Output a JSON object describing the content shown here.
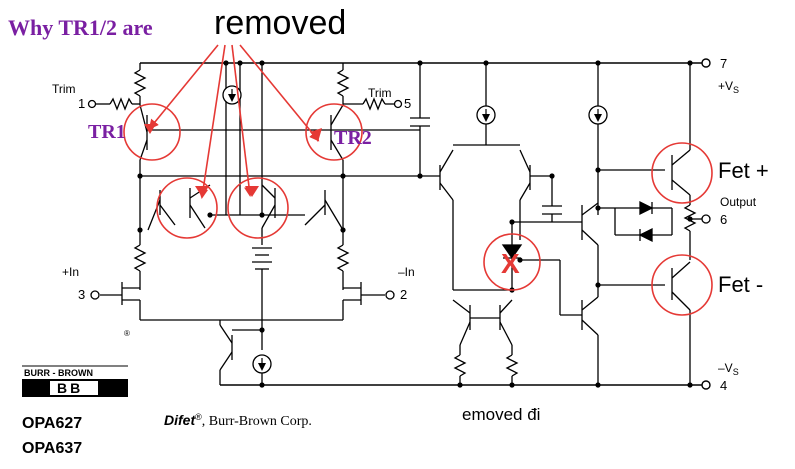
{
  "title": {
    "prefix": "Why TR1/2 are",
    "emphasis": "removed",
    "prefix_color": "#7a1fa2",
    "emphasis_color": "#000000"
  },
  "annotations": {
    "tr1": "TR1",
    "tr2": "TR2",
    "fet_plus": "Fet +",
    "fet_minus": "Fet -",
    "removed_note": "emoved đi",
    "cross": "X",
    "annotation_color": "#e53935",
    "label_color": "#7a1fa2"
  },
  "pins": {
    "pin1": {
      "number": "1",
      "label": "Trim"
    },
    "pin5": {
      "number": "5",
      "label": "Trim"
    },
    "pin3": {
      "number": "3",
      "label": "+In"
    },
    "pin2": {
      "number": "2",
      "label": "–In"
    },
    "pin7": {
      "number": "7",
      "label": "+V",
      "sub": "S"
    },
    "pin6": {
      "number": "6",
      "label": "Output"
    },
    "pin4": {
      "number": "4",
      "label": "–V",
      "sub": "S"
    }
  },
  "branding": {
    "logo_top": "BURR - BROWN",
    "logo_mark": "BB",
    "part1": "OPA627",
    "part2": "OPA637",
    "difet_name": "Difet",
    "difet_reg": "®",
    "difet_rest": ", Burr-Brown Corp.",
    "small_mark": "®"
  }
}
